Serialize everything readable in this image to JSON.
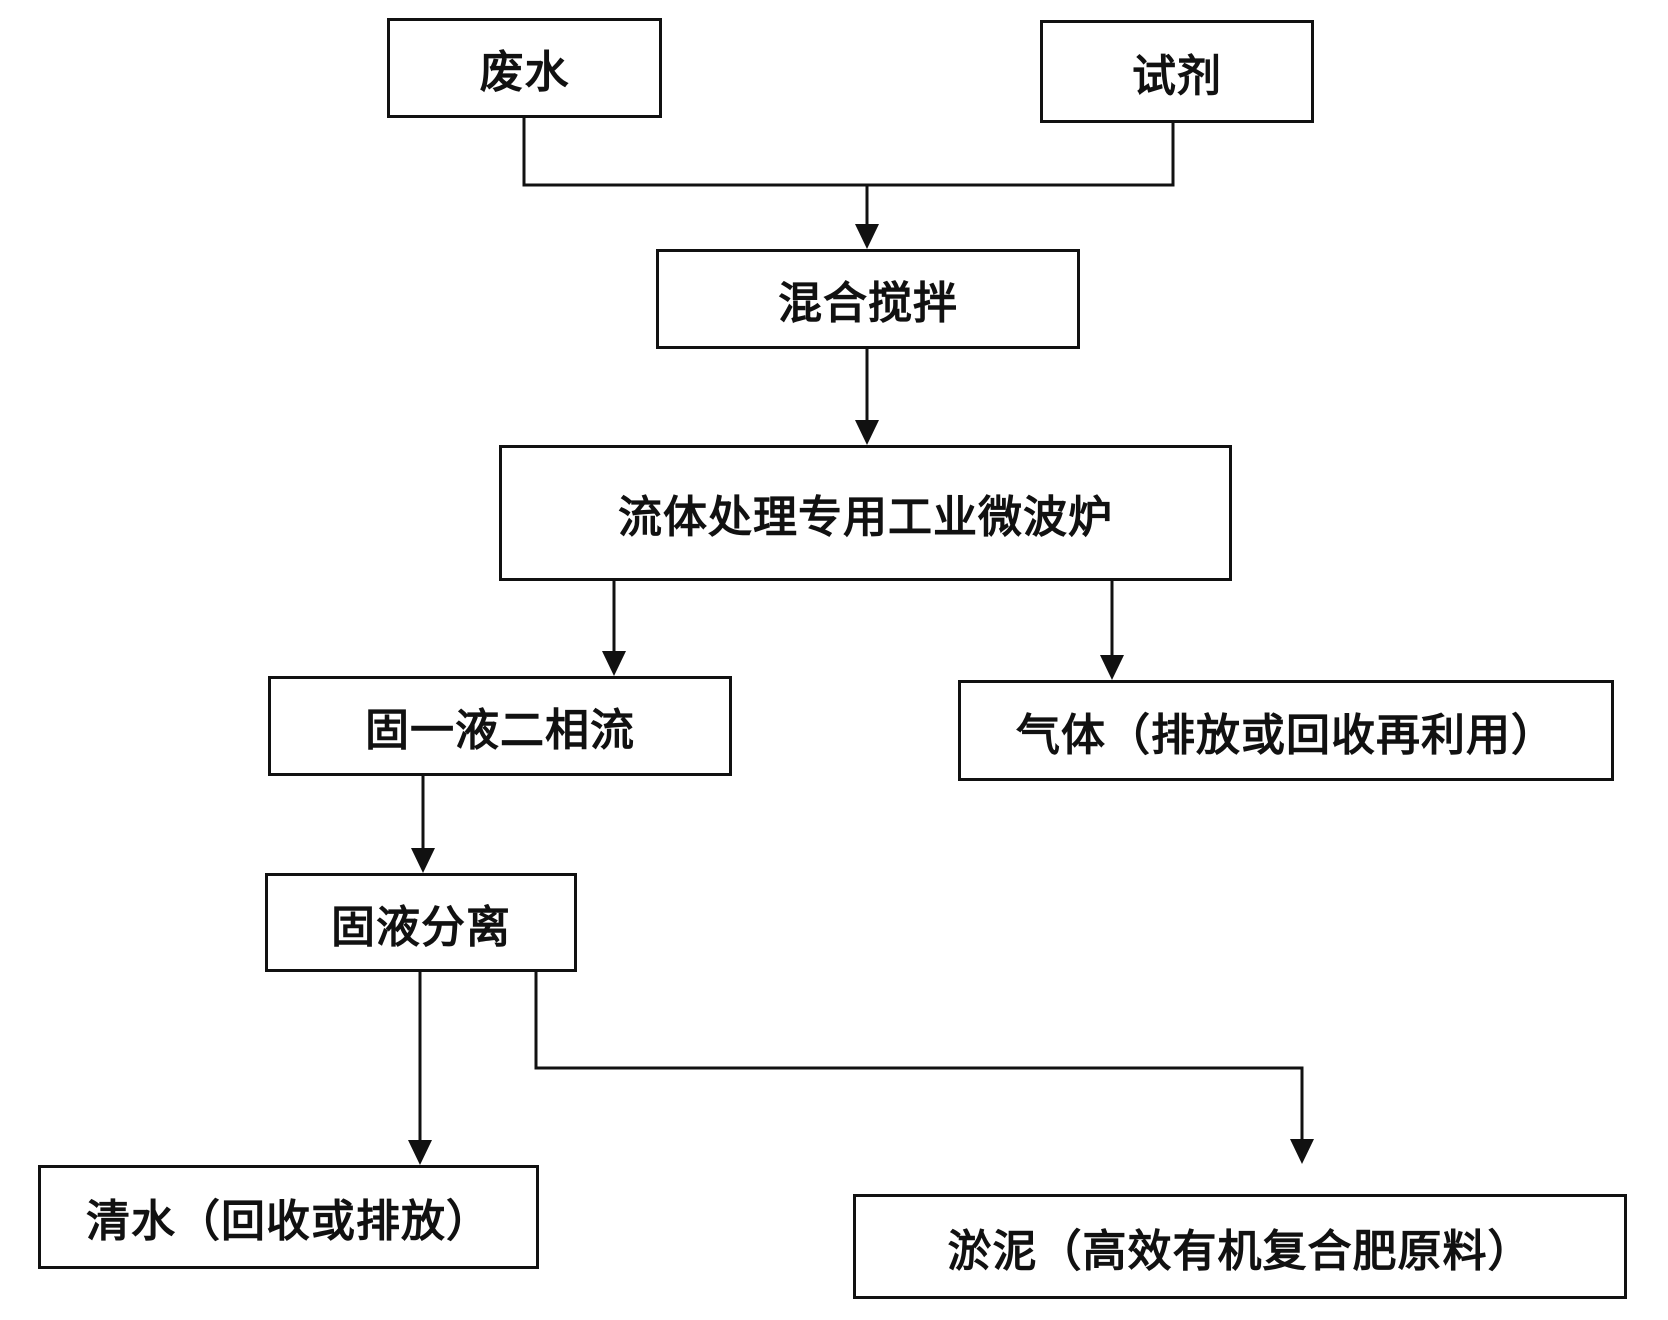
{
  "diagram": {
    "nodes": {
      "wastewater": "废水",
      "reagent": "试剂",
      "mixing": "混合搅拌",
      "microwave": "流体处理专用工业微波炉",
      "two_phase": "固一液二相流",
      "gas": "气体（排放或回收再利用）",
      "separation": "固液分离",
      "clear_water": "清水（回收或排放）",
      "sludge": "淤泥（高效有机复合肥原料）"
    },
    "edges": [
      {
        "from": "wastewater",
        "to": "mixing"
      },
      {
        "from": "reagent",
        "to": "mixing"
      },
      {
        "from": "mixing",
        "to": "microwave"
      },
      {
        "from": "microwave",
        "to": "two_phase"
      },
      {
        "from": "microwave",
        "to": "gas"
      },
      {
        "from": "two_phase",
        "to": "separation"
      },
      {
        "from": "separation",
        "to": "clear_water"
      },
      {
        "from": "separation",
        "to": "sludge"
      }
    ],
    "colors": {
      "line": "#111111",
      "box_border": "#111111",
      "background": "#ffffff"
    }
  }
}
